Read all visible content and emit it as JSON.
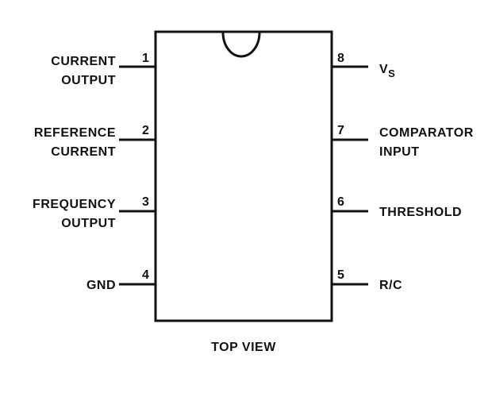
{
  "caption": "TOP VIEW",
  "colors": {
    "ink": "#111111",
    "background": "#ffffff"
  },
  "pins": {
    "p1": {
      "number": "1",
      "label_line1": "CURRENT",
      "label_line2": "OUTPUT"
    },
    "p2": {
      "number": "2",
      "label_line1": "REFERENCE",
      "label_line2": "CURRENT"
    },
    "p3": {
      "number": "3",
      "label_line1": "FREQUENCY",
      "label_line2": "OUTPUT"
    },
    "p4": {
      "number": "4",
      "label": "GND"
    },
    "p5": {
      "number": "5",
      "label": "R/C"
    },
    "p6": {
      "number": "6",
      "label": "THRESHOLD"
    },
    "p7": {
      "number": "7",
      "label_line1": "COMPARATOR",
      "label_line2": "INPUT"
    },
    "p8": {
      "number": "8",
      "label_main": "V",
      "label_sub": "S"
    }
  }
}
